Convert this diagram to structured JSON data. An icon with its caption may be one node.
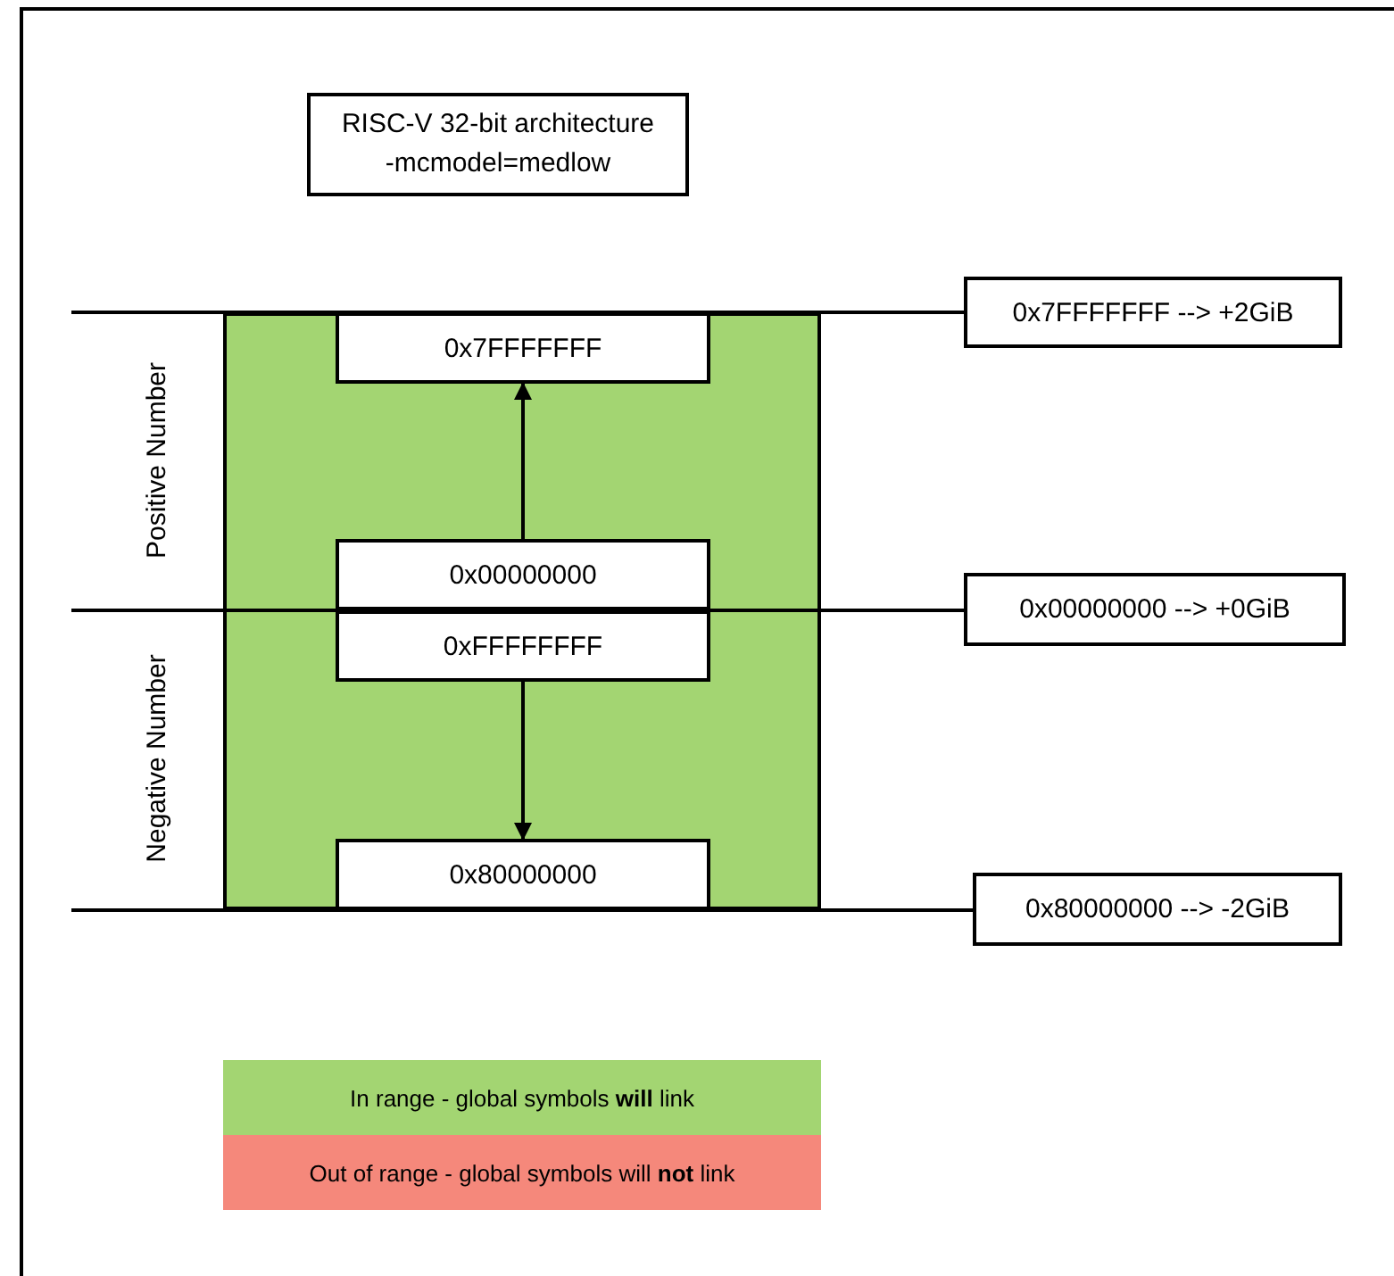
{
  "diagram": {
    "nodes": [
      {
        "text": [
          "RISC-V 32-bit architecture",
          "-mcmodel=medlow"
        ]
      },
      {
        "text": [],
        "shape": "box"
      },
      {
        "text": [
          "0x7FFFFFFF"
        ],
        "in": 1
      },
      {
        "text": [
          "0x00000000"
        ],
        "in": 1
      },
      {
        "text": [
          "0xFFFFFFFF"
        ],
        "in": 1
      },
      {
        "text": [
          "0x80000000"
        ],
        "in": 1
      },
      {
        "text": [
          "0x7FFFFFFF --> +2GiB"
        ]
      },
      {
        "text": [
          "0x00000000 --> +0GiB"
        ]
      },
      {
        "text": [
          "0x80000000 --> -2GiB"
        ]
      }
    ],
    "edges": [
      {
        "from": 3,
        "to": 2,
        "arrow": "to"
      },
      {
        "from": 4,
        "to": 5,
        "arrow": "to"
      },
      {
        "from": null,
        "to": 6,
        "arrow": "none"
      },
      {
        "from": null,
        "to": 7,
        "arrow": "none"
      },
      {
        "from": null,
        "to": 8,
        "arrow": "none"
      }
    ],
    "labels": [
      "Positive Number",
      "Negative Number"
    ],
    "legend": [
      {
        "text": "In range - global symbols **will** link",
        "color": "#a3d572"
      },
      {
        "text": "Out of range - global symbols will **not** link",
        "color": "#f5887b"
      }
    ]
  }
}
